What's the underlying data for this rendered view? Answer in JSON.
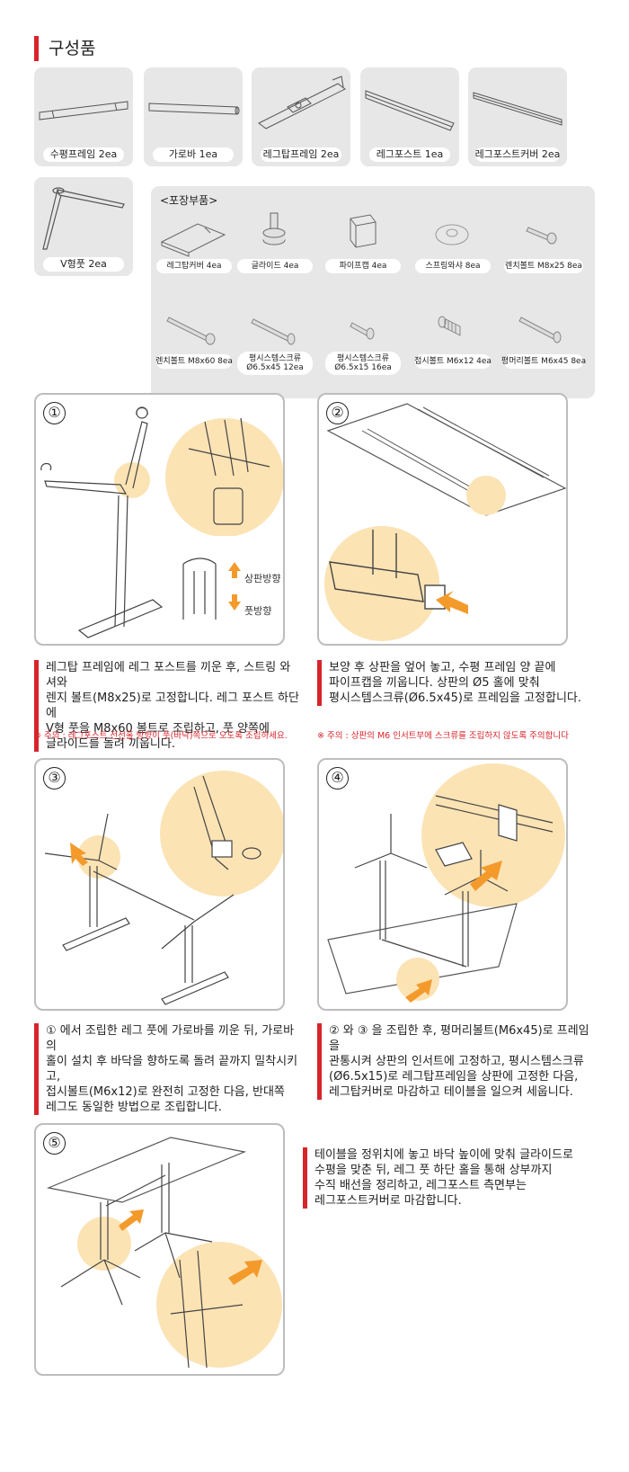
{
  "section_title": "구성품",
  "parts": [
    {
      "label": "수평프레임 2ea",
      "icon": "horizontal-frame"
    },
    {
      "label": "가로바 1ea",
      "icon": "crossbar"
    },
    {
      "label": "레그탑프레임 2ea",
      "icon": "leg-top-frame"
    },
    {
      "label": "레그포스트 1ea",
      "icon": "leg-post"
    },
    {
      "label": "레그포스트커버 2ea",
      "icon": "leg-post-cover"
    },
    {
      "label": "V형풋 2ea",
      "icon": "v-foot"
    }
  ],
  "packaging": {
    "title": "<포장부품>",
    "items": [
      {
        "label": "레그탑커버 4ea",
        "icon": "leg-top-cover"
      },
      {
        "label": "글라이드 4ea",
        "icon": "glide"
      },
      {
        "label": "파이프캡 4ea",
        "icon": "pipe-cap"
      },
      {
        "label": "스프링와샤 8ea",
        "icon": "spring-washer"
      },
      {
        "label": "렌치볼트 M8x25 8ea",
        "icon": "wrench-bolt"
      },
      {
        "label": "렌치볼트 M8x60 8ea",
        "icon": "wrench-bolt-long"
      },
      {
        "label": "평시스템스크류\nØ6.5x45 12ea",
        "icon": "screw"
      },
      {
        "label": "평시스템스크류\nØ6.5x15 16ea",
        "icon": "screw-short"
      },
      {
        "label": "접시볼트 M6x12 4ea",
        "icon": "countersunk-bolt"
      },
      {
        "label": "평머리볼트 M6x45 8ea",
        "icon": "flat-head-bolt"
      }
    ]
  },
  "steps": [
    {
      "number": "①",
      "text": "레그탑 프레임에 레그 포스트를 끼운 후, 스트링 와셔와\n렌지 볼트(M8x25)로 고정합니다. 레그 포스트 하단에\nV형 풋을 M8x60 볼트로 조립하고, 풋 양쪽에\n글라이드를 돌려 끼웁니다.",
      "note": "※ 주의 : 레그포스트 전선홀 방향이 풋(바닥)쪽으로 오도록 조립하세요.",
      "arrow_up": "상판방향",
      "arrow_down": "풋방향"
    },
    {
      "number": "②",
      "text": "보양 후 상판을 엎어 놓고, 수평 프레임 양 끝에\n파이프캡을 끼웁니다. 상판의 Ø5 홀에 맞춰\n평시스템스크류(Ø6.5x45)로 프레임을 고정합니다.",
      "note": "※ 주의 : 상판의 M6 인서트부에 스크류를 조립하지 않도록 주의합니다"
    },
    {
      "number": "③",
      "text": "① 에서 조립한 레그 풋에 가로바를 끼운 뒤, 가로바의\n홀이 설치 후 바닥을 향하도록 돌려 끝까지 밀착시키고,\n접시볼트(M6x12)로 완전히 고정한 다음, 반대쪽\n레그도 동일한 방법으로 조립합니다."
    },
    {
      "number": "④",
      "text": "② 와 ③ 을 조립한 후, 평머리볼트(M6x45)로 프레임을\n관통시켜 상판의 인서트에 고정하고, 평시스템스크류\n(Ø6.5x15)로 레그탑프레임을 상판에 고정한 다음,\n레그탑커버로 마감하고 테이블을 일으켜 세웁니다."
    },
    {
      "number": "⑤",
      "text": "테이블을 정위치에 놓고 바닥 높이에 맞춰 글라이드로\n수평을 맞춘 뒤, 레그 풋 하단 홀을 통해 상부까지\n수직 배선을 정리하고, 레그포스트 측면부는\n레그포스트커버로 마감합니다."
    }
  ],
  "colors": {
    "accent": "#d8242b",
    "highlight": "#fbe3b4",
    "arrow": "#f39a2b"
  }
}
